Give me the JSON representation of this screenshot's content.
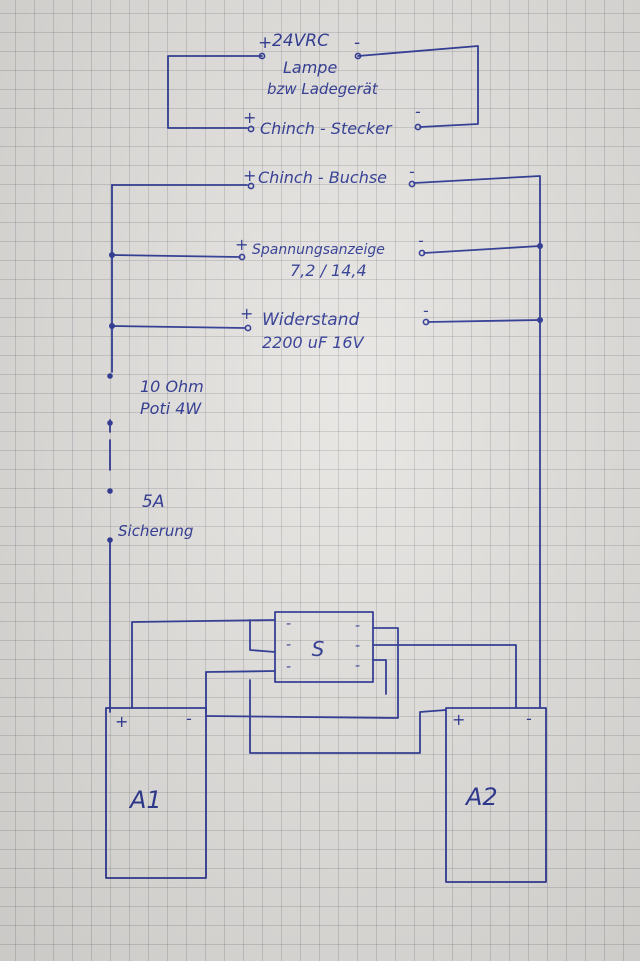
{
  "labels": {
    "lamp_plus": "+",
    "lamp_voltage": "24VRC",
    "lamp_minus": "-",
    "lamp_line1": "Lampe",
    "lamp_line2": "bzw Ladegerät",
    "plug_plus": "+",
    "plug_name": "Chinch - Stecker",
    "plug_minus": "-",
    "socket_plus": "+",
    "socket_name": "Chinch - Buchse",
    "socket_minus": "-",
    "voltmeter_plus": "+",
    "voltmeter_name": "Spannungsanzeige",
    "voltmeter_range": "7,2 / 14,4",
    "voltmeter_minus": "-",
    "resistor_plus": "+",
    "resistor_name": "Widerstand",
    "capacitor_value": "2200 uF 16V",
    "resistor_minus": "-",
    "poti_line1": "10 Ohm",
    "poti_line2": "Poti 4W",
    "fuse_line1": "5A",
    "fuse_line2": "Sicherung",
    "switch_label": "S",
    "switch_contact_left_1": "-",
    "switch_contact_left_2": "-",
    "switch_contact_left_3": "-",
    "switch_contact_right_1": "-",
    "switch_contact_right_2": "-",
    "switch_contact_right_3": "-",
    "battery1_plus": "+",
    "battery1_minus": "-",
    "battery1_name": "A1",
    "battery2_plus": "+",
    "battery2_minus": "-",
    "battery2_name": "A2"
  },
  "colors": {
    "ink": "#2b3694",
    "paper": "#e7e5e2",
    "grid": "#a4a4ac"
  }
}
